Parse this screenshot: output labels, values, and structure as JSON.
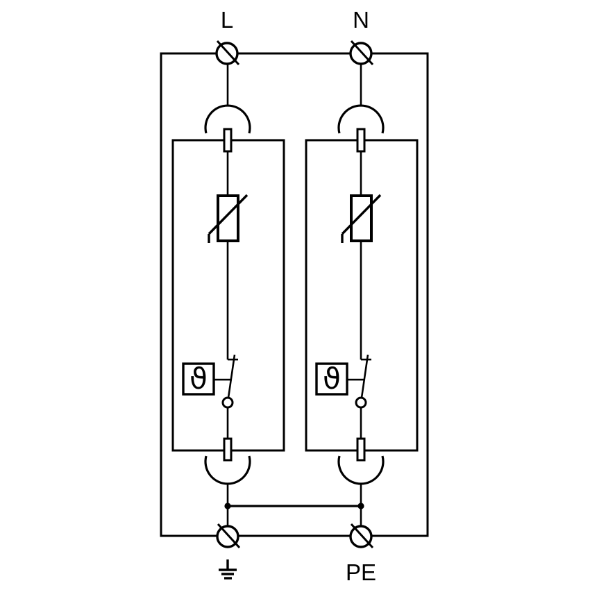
{
  "page": {
    "background": "#ffffff",
    "line_color": "#000000",
    "kind": "surge-protective-device-wiring-schematic"
  },
  "labels": {
    "line": "L",
    "neutral": "N",
    "protective_earth": "PE"
  },
  "symbols": {
    "thermal_indicator_glyph": "ϑ",
    "top_terminals": "screw-terminal-circle-with-slash",
    "bottom_left_terminal_label": "earth-ground-symbol",
    "plug_contact": "arc-socket-with-blade-pin",
    "protection_element": "varistor",
    "disconnect": "thermal-disconnect-switch"
  },
  "modules": [
    {
      "id": "L",
      "components": [
        "plug-in-contact",
        "varistor",
        "thermal-disconnect-switch",
        "status-indicator",
        "plug-in-contact"
      ]
    },
    {
      "id": "N",
      "components": [
        "plug-in-contact",
        "varistor",
        "thermal-disconnect-switch",
        "status-indicator",
        "plug-in-contact"
      ]
    }
  ]
}
